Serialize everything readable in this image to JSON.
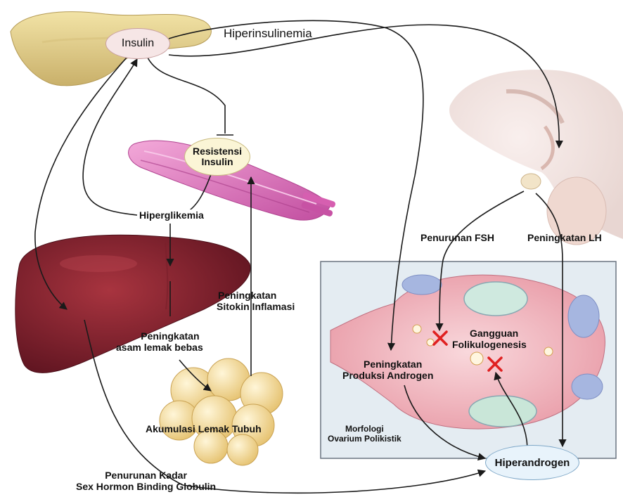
{
  "nodes": {
    "insulin": "Insulin",
    "hyperinsulinemia": "Hiperinsulinemia",
    "insulin_resistance_line1": "Resistensi",
    "insulin_resistance_line2": "Insulin",
    "hyperglycemia": "Hiperglikemia",
    "inflammatory_cytokines_line1": "Peningkatan",
    "inflammatory_cytokines_line2": "Sitokin Inflamasi",
    "free_fatty_acids_line1": "Peningkatan",
    "free_fatty_acids_line2": "asam lemak bebas",
    "body_fat_accumulation": "Akumulasi Lemak Tubuh",
    "decreased_fsh": "Penurunan FSH",
    "increased_lh": "Peningkatan LH",
    "folliculogenesis_line1": "Gangguan",
    "folliculogenesis_line2": "Folikulogenesis",
    "androgen_production_line1": "Peningkatan",
    "androgen_production_line2": "Produksi Androgen",
    "pco_morphology_line1": "Morfologi",
    "pco_morphology_line2": "Ovarium Polikistik",
    "hyperandrogen": "Hiperandrogen",
    "shbg_line1": "Penurunan Kadar",
    "shbg_line2": "Sex Hormon Binding Globulin"
  },
  "colors": {
    "arrow": "#1a1a1a",
    "oval_fill": "#f6e6e6",
    "hyperandrogen_fill": "#e8f3fb",
    "resistance_fill": "#fbf5d6",
    "block_mark": "#e02020"
  }
}
